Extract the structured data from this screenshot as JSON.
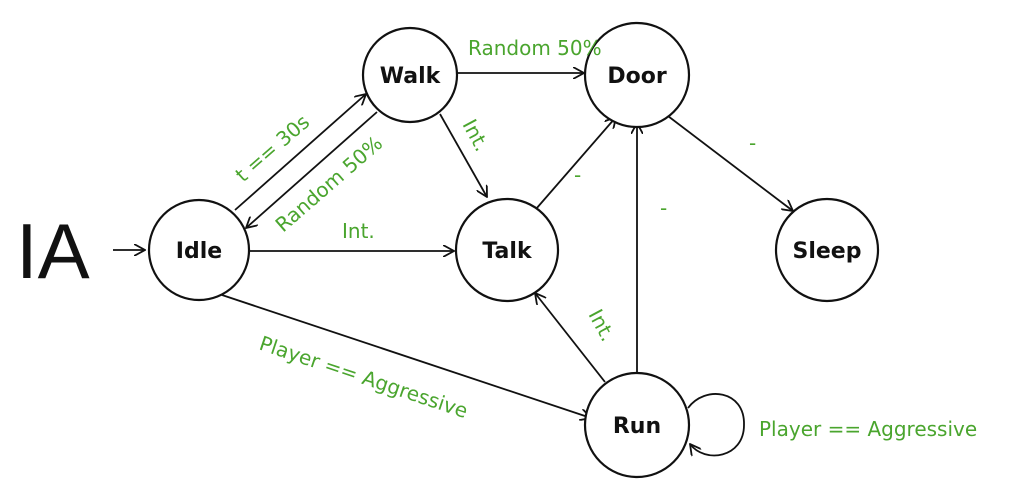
{
  "diagram": {
    "title": "IA",
    "label_color": "#4aa52e",
    "line_color": "#111111",
    "nodes": {
      "idle": "Idle",
      "walk": "Walk",
      "door": "Door",
      "talk": "Talk",
      "sleep": "Sleep",
      "run": "Run"
    },
    "edges": {
      "idle_to_walk": "t == 30s",
      "walk_to_idle": "Random 50%",
      "walk_to_door": "Random 50%",
      "walk_to_talk": "Int.",
      "idle_to_talk": "Int.",
      "talk_to_door": "-",
      "run_to_door": "-",
      "door_to_sleep": "-",
      "run_to_talk": "Int.",
      "idle_to_run": "Player == Aggressive",
      "run_self": "Player == Aggressive"
    }
  }
}
